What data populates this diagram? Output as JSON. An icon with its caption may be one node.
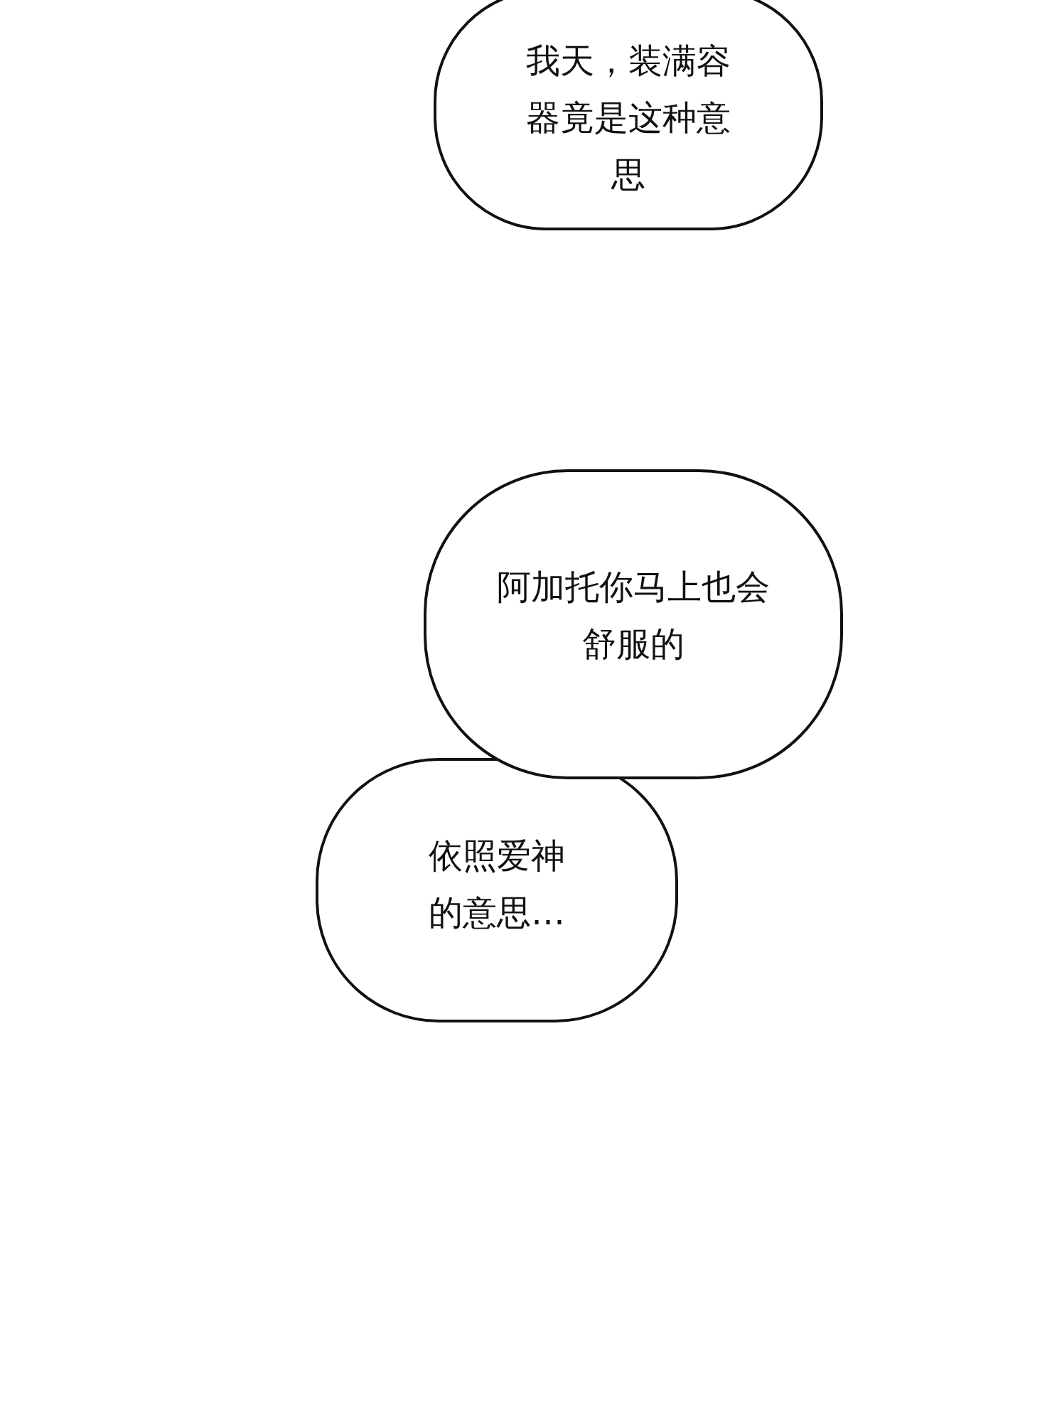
{
  "diagram": {
    "nodes": [
      {
        "text": [
          "我天，装满容器竟是这种意思"
        ]
      },
      {
        "text": [
          "阿加托你马上也会舒服的"
        ]
      },
      {
        "text": [
          "依照爱神的意思…"
        ]
      }
    ]
  }
}
